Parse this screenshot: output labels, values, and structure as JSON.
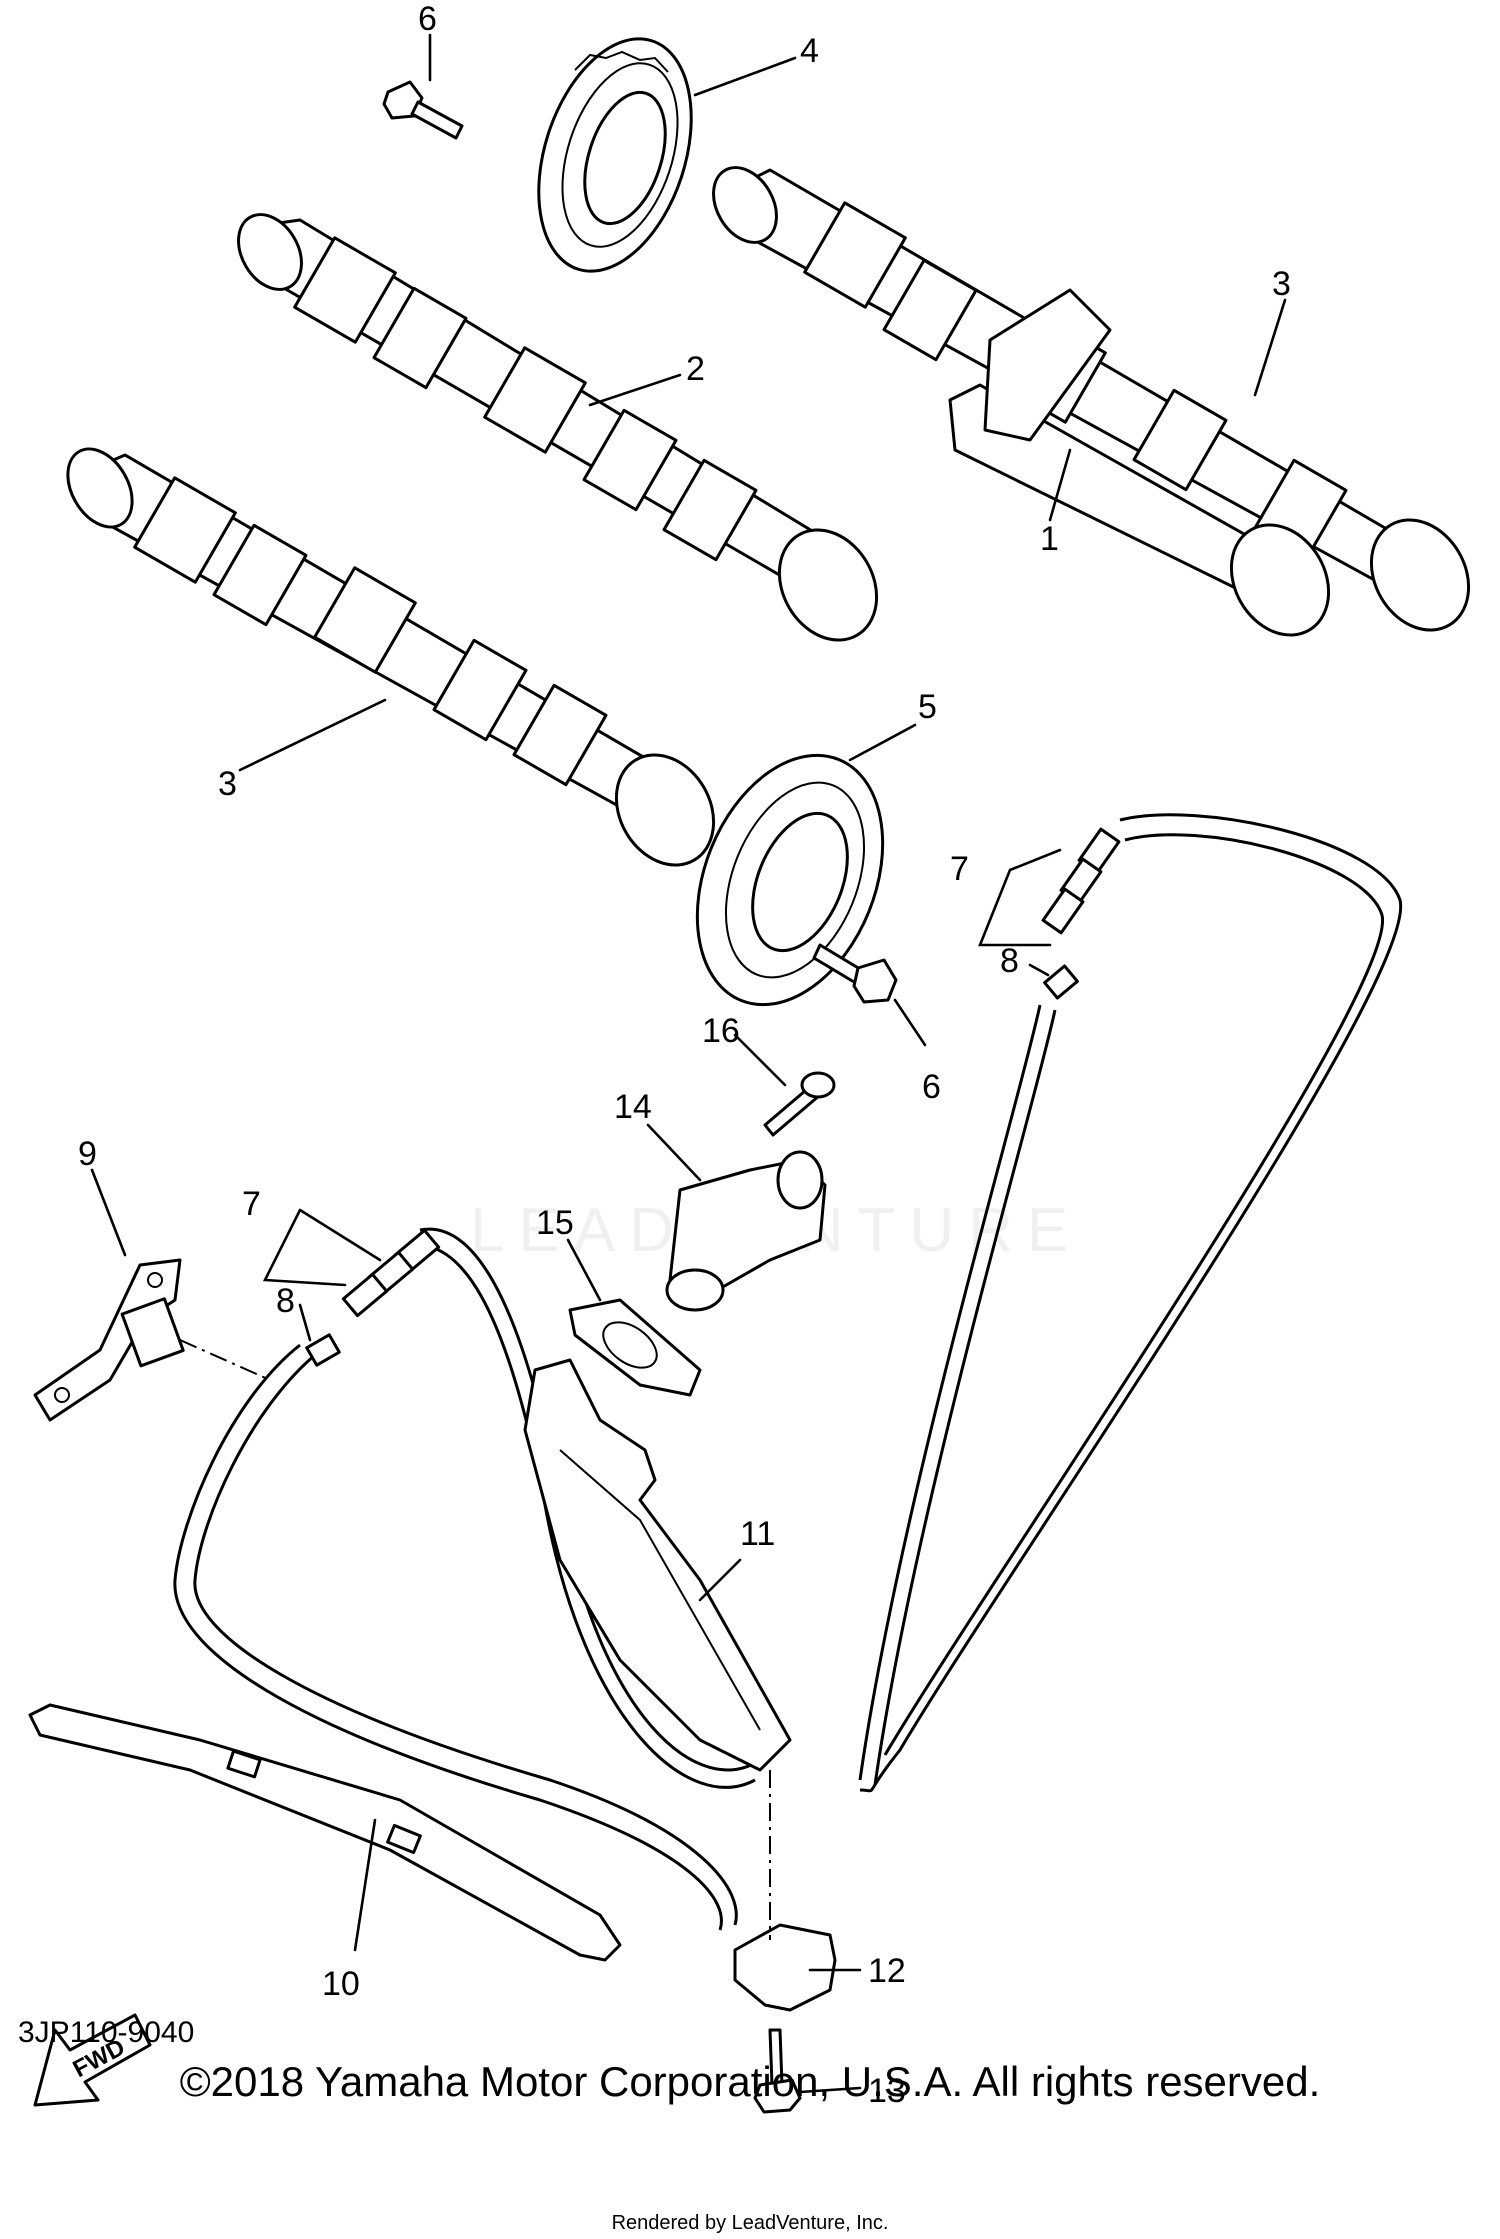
{
  "diagram": {
    "labels": {
      "l1": "1",
      "l2": "2",
      "l3a": "3",
      "l3b": "3",
      "l4": "4",
      "l5": "5",
      "l6a": "6",
      "l6b": "6",
      "l7a": "7",
      "l7b": "7",
      "l8a": "8",
      "l8b": "8",
      "l9": "9",
      "l10": "10",
      "l11": "11",
      "l12": "12",
      "l13": "13",
      "l14": "14",
      "l15": "15",
      "l16": "16"
    },
    "fwd": "FWD"
  },
  "footer": {
    "doc_code": "3JP110-9040",
    "copyright": "©2018 Yamaha Motor Corporation, U.S.A. All rights reserved.",
    "rendered_by": "Rendered by LeadVenture, Inc."
  },
  "watermark": {
    "text": "LEADVENTURE"
  }
}
